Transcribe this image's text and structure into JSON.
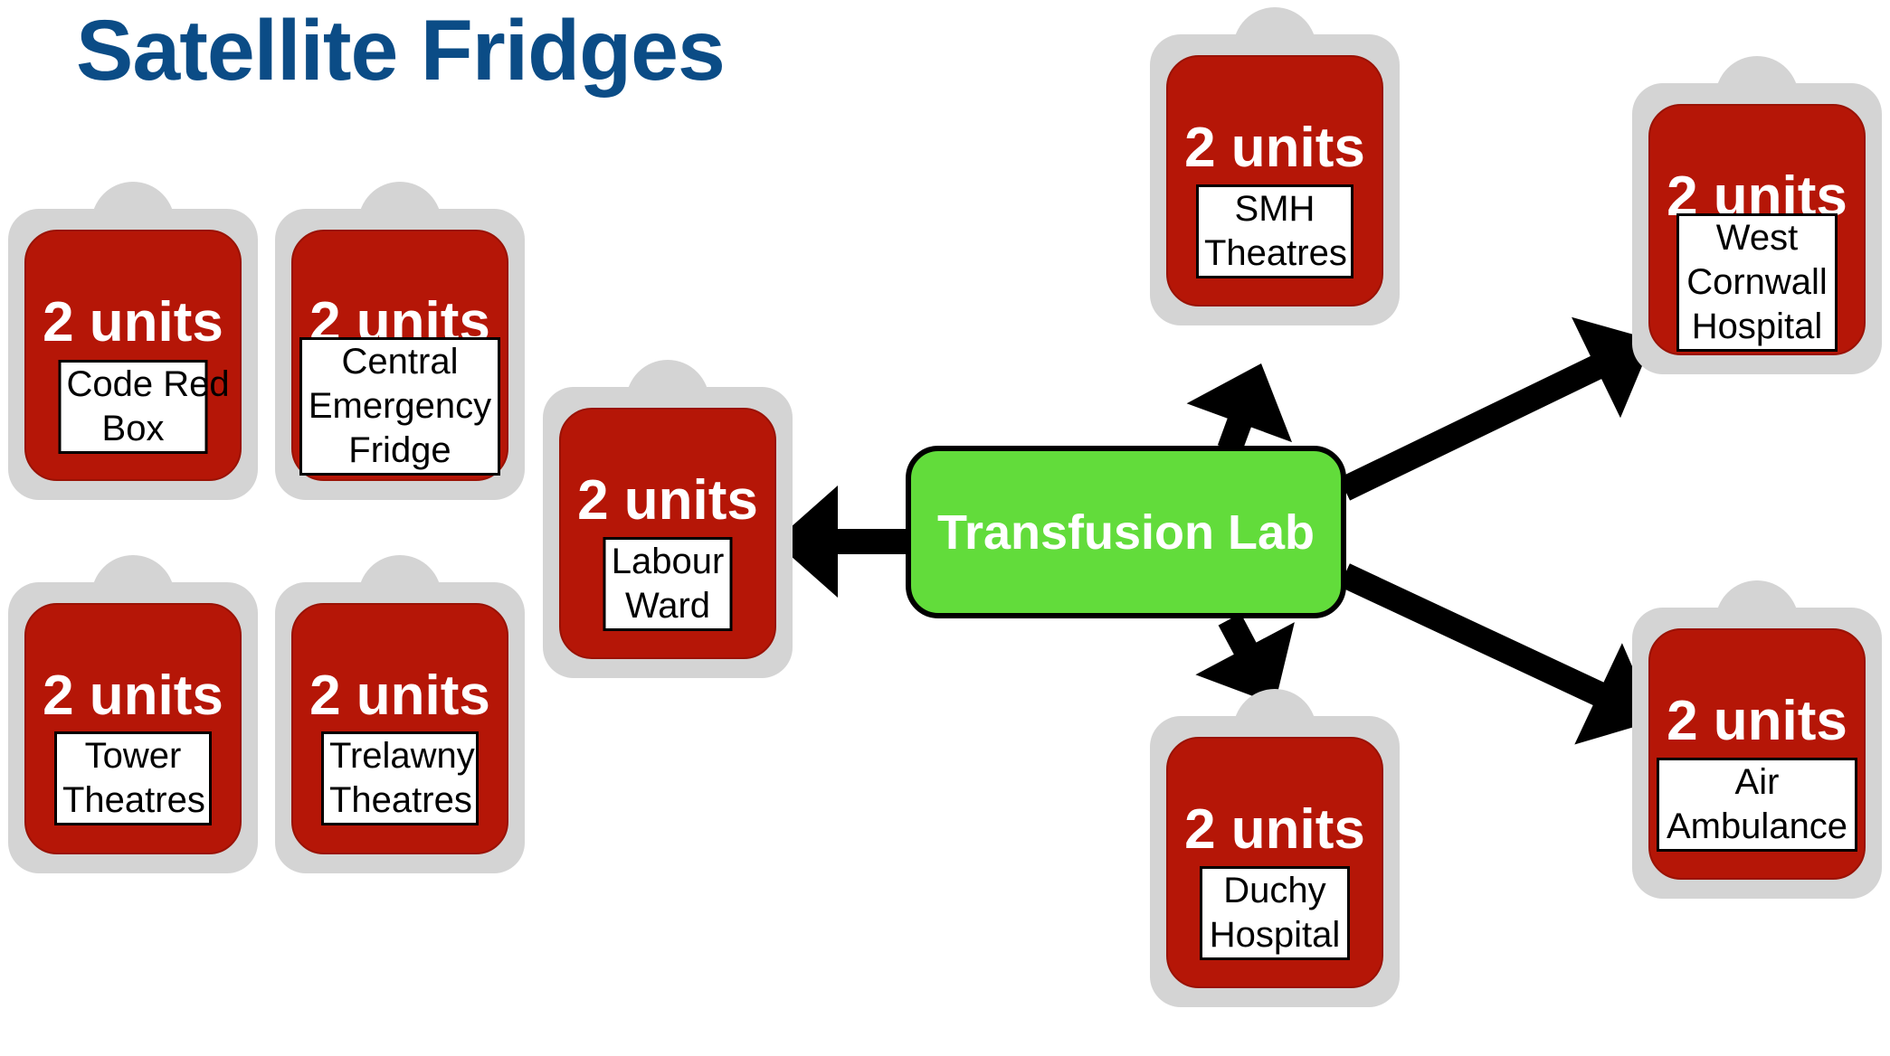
{
  "title": "Satellite Fridges",
  "hub": {
    "label": "Transfusion Lab",
    "color": "#62dc3b"
  },
  "colors": {
    "title": "#0b4c86",
    "bag_body": "#b51607",
    "bag_shell": "#d4d4d4",
    "arrow": "#000000"
  },
  "fridges": [
    {
      "units": "2 units",
      "lines": [
        "Code Red",
        "Box"
      ]
    },
    {
      "units": "2 units",
      "lines": [
        "Central",
        "Emergency",
        "Fridge"
      ]
    },
    {
      "units": "2 units",
      "lines": [
        "Tower",
        "Theatres"
      ]
    },
    {
      "units": "2 units",
      "lines": [
        "Trelawny",
        "Theatres"
      ]
    },
    {
      "units": "2 units",
      "lines": [
        "Labour",
        "Ward"
      ]
    },
    {
      "units": "2 units",
      "lines": [
        "SMH",
        "Theatres"
      ]
    },
    {
      "units": "2 units",
      "lines": [
        "West",
        "Cornwall",
        "Hospital"
      ]
    },
    {
      "units": "2 units",
      "lines": [
        "Duchy",
        "Hospital"
      ]
    },
    {
      "units": "2 units",
      "lines": [
        "Air",
        "Ambulance"
      ]
    }
  ],
  "connections": [
    {
      "from": "Transfusion Lab",
      "to": "Labour Ward"
    },
    {
      "from": "Transfusion Lab",
      "to": "SMH Theatres"
    },
    {
      "from": "Transfusion Lab",
      "to": "West Cornwall Hospital"
    },
    {
      "from": "Transfusion Lab",
      "to": "Duchy Hospital"
    },
    {
      "from": "Transfusion Lab",
      "to": "Air Ambulance"
    }
  ]
}
